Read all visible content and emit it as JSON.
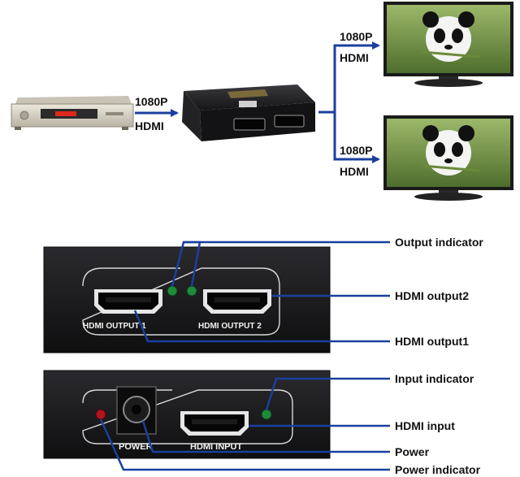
{
  "top": {
    "input_res": "1080P",
    "input_type": "HDMI",
    "output1_res": "1080P",
    "output1_type": "HDMI",
    "output2_res": "1080P",
    "output2_type": "HDMI"
  },
  "front_panel": {
    "port1_label": "HDMI OUTPUT 1",
    "port2_label": "HDMI OUTPUT 2"
  },
  "back_panel": {
    "power_label": "POWER",
    "input_label": "HDMI INPUT"
  },
  "callouts": {
    "output_indicator": "Output indicator",
    "hdmi_output2": "HDMI output2",
    "hdmi_output1": "HDMI output1",
    "input_indicator": "Input indicator",
    "hdmi_input": "HDMI input",
    "power": "Power",
    "power_indicator": "Power indicator"
  },
  "colors": {
    "connector_blue": "#1a3f9e",
    "device_dark": "#1c1c1e",
    "led_green": "#1f8a3a",
    "led_red": "#b0141c",
    "bluray_body": "#d8d3c6",
    "display_red": "#e0281e"
  }
}
